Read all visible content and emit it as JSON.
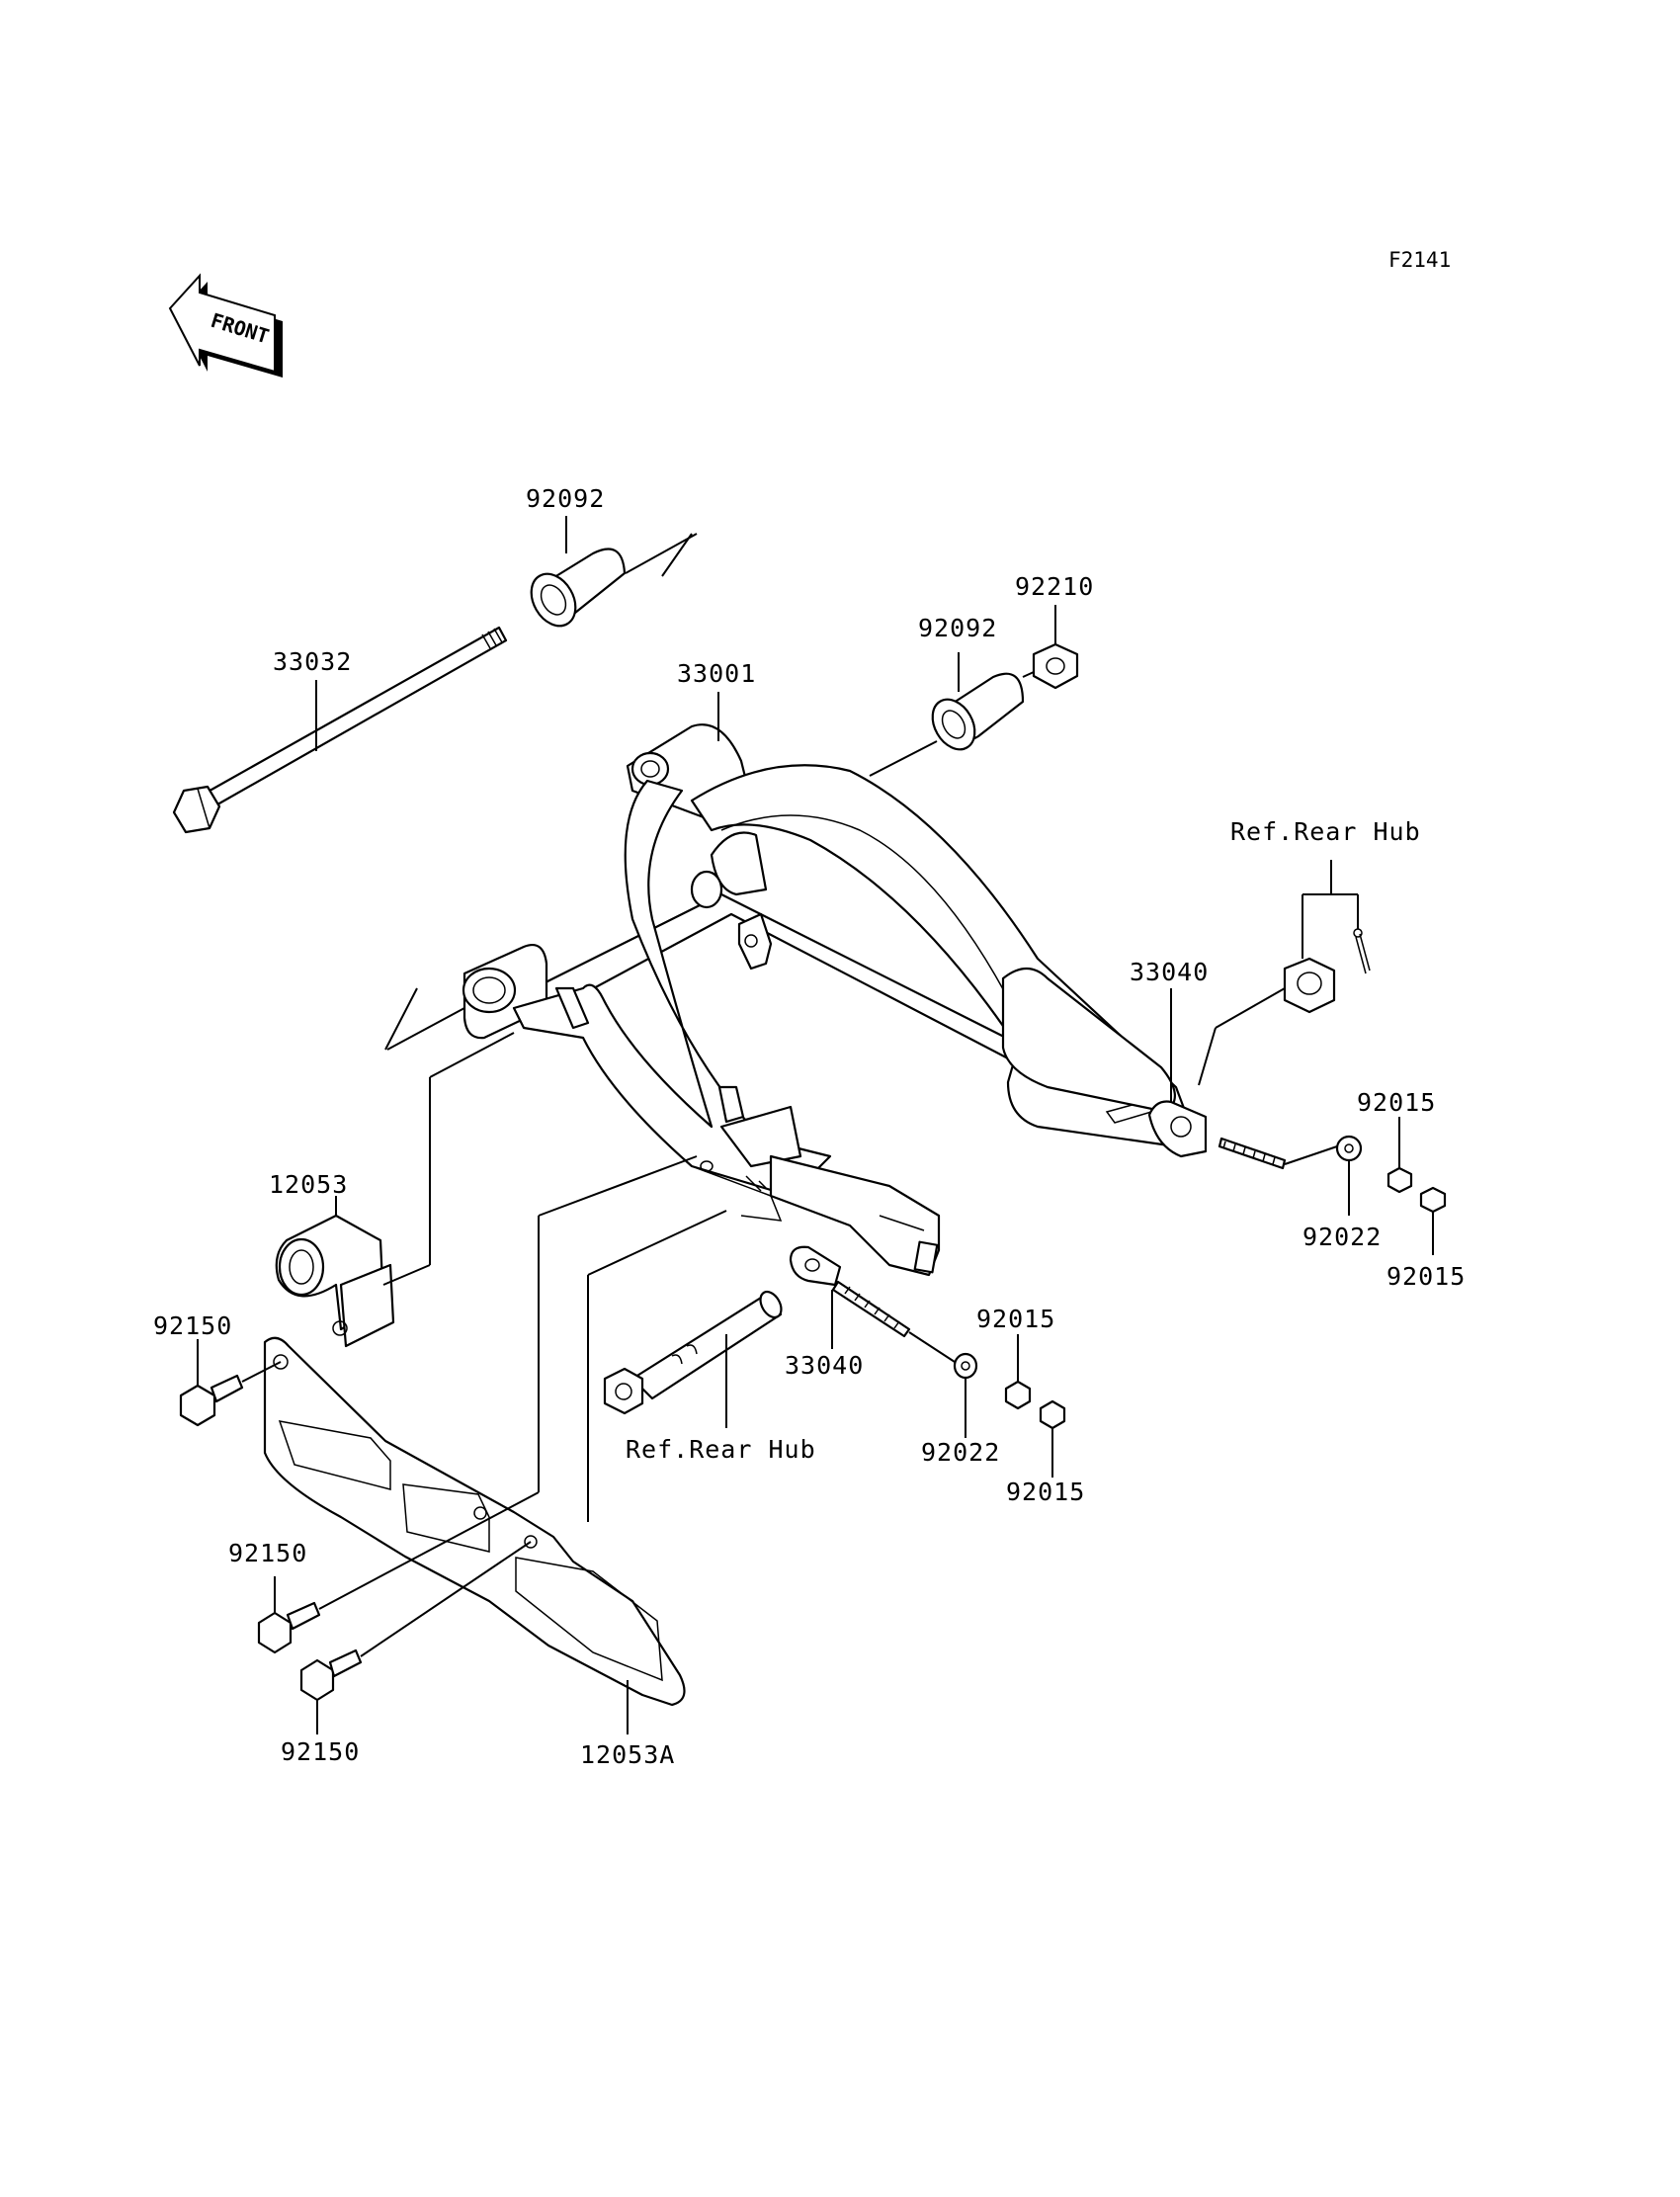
{
  "figure_code": "F2141",
  "front_label": "FRONT",
  "parts": [
    {
      "id": "p-92092-top",
      "number": "92092"
    },
    {
      "id": "p-33032",
      "number": "33032"
    },
    {
      "id": "p-92210",
      "number": "92210"
    },
    {
      "id": "p-92092-mid",
      "number": "92092"
    },
    {
      "id": "p-33001",
      "number": "33001"
    },
    {
      "id": "p-ref-rear-hub-right",
      "number": "Ref.Rear Hub"
    },
    {
      "id": "p-33040-right",
      "number": "33040"
    },
    {
      "id": "p-92015-right-top",
      "number": "92015"
    },
    {
      "id": "p-92022-right",
      "number": "92022"
    },
    {
      "id": "p-92015-right-bottom",
      "number": "92015"
    },
    {
      "id": "p-12053",
      "number": "12053"
    },
    {
      "id": "p-92150-top",
      "number": "92150"
    },
    {
      "id": "p-92015-mid",
      "number": "92015"
    },
    {
      "id": "p-33040-mid",
      "number": "33040"
    },
    {
      "id": "p-ref-rear-hub-mid",
      "number": "Ref.Rear Hub"
    },
    {
      "id": "p-92022-mid",
      "number": "92022"
    },
    {
      "id": "p-92015-mid-bottom",
      "number": "92015"
    },
    {
      "id": "p-92150-mid",
      "number": "92150"
    },
    {
      "id": "p-92150-bottom",
      "number": "92150"
    },
    {
      "id": "p-12053A",
      "number": "12053A"
    }
  ]
}
